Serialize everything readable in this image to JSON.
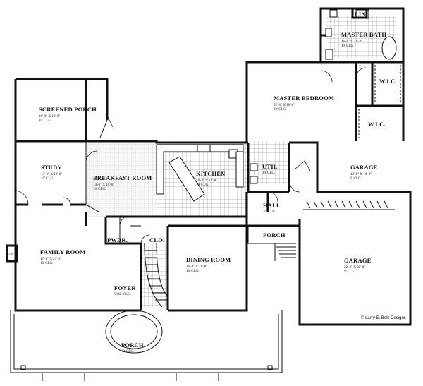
{
  "rooms": {
    "screened_porch": {
      "name": "SCREENED PORCH",
      "dims": "16'-0\" X 13'-8\"",
      "ceiling": "10' CLG."
    },
    "study": {
      "name": "STUDY",
      "dims": "14'-6\" X 12'-8\"",
      "ceiling": "10' CLG."
    },
    "breakfast": {
      "name": "BREAKFAST ROOM",
      "dims": "14'-6\" X 10'-6\"",
      "ceiling": "10' CLG."
    },
    "kitchen": {
      "name": "KITCHEN",
      "dims": "16'-3\" X 17'-8\"",
      "ceiling": "10' CLG."
    },
    "util": {
      "name": "UTIL",
      "ceiling": "10' CLG."
    },
    "master_bedroom": {
      "name": "MASTER BEDROOM",
      "dims": "22'-0\" X 16'-0\"",
      "ceiling": "10' CLG."
    },
    "master_bath": {
      "name": "MASTER BATH",
      "dims": "16'-0\" X 10'-3\"",
      "ceiling": "10' CLG."
    },
    "lin": {
      "name": "LIN."
    },
    "wic_upper": {
      "name": "W.I.C."
    },
    "wic_lower": {
      "name": "W.I.C."
    },
    "garage_small": {
      "name": "GARAGE",
      "dims": "13'-8\" X 10'-8\"",
      "ceiling": "9' CLG."
    },
    "garage_large": {
      "name": "GARAGE",
      "dims": "22'-8\" X 22'-8\"",
      "ceiling": "9' CLG."
    },
    "hall": {
      "name": "HALL",
      "ceiling": "10' CLG."
    },
    "porch_side": {
      "name": "PORCH"
    },
    "family_room": {
      "name": "FAMILY ROOM",
      "dims": "17'-8\" X 21'-8\"",
      "ceiling": "10' CLG."
    },
    "pwdr": {
      "name": "PWDR."
    },
    "clo": {
      "name": "CLO."
    },
    "foyer": {
      "name": "FOYER",
      "ceiling": "VOL. CLG."
    },
    "dining": {
      "name": "DINING ROOM",
      "dims": "16'-3\" X 16'-0\"",
      "ceiling": "10' CLG."
    },
    "porch_front": {
      "name": "PORCH",
      "ceiling": "12' CLG."
    },
    "fireplace": {
      "name": "F/P"
    }
  },
  "credit": "© Larry E. Belk Designs"
}
